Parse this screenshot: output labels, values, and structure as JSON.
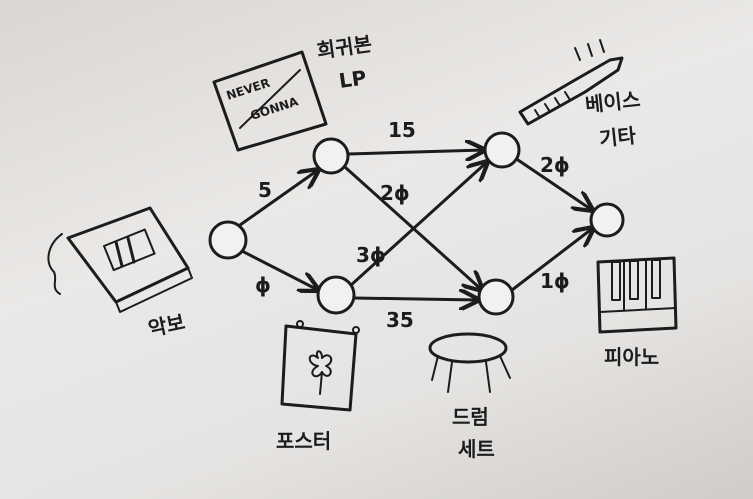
{
  "diagram": {
    "nodes": [
      "source",
      "a",
      "b",
      "c",
      "d",
      "sink"
    ],
    "edges": [
      {
        "from": "source",
        "to": "a",
        "weight": "5"
      },
      {
        "from": "source",
        "to": "b",
        "weight": "ϕ"
      },
      {
        "from": "a",
        "to": "c",
        "weight": "15"
      },
      {
        "from": "a",
        "to": "d",
        "weight": "2ϕ"
      },
      {
        "from": "b",
        "to": "c",
        "weight": "3ϕ"
      },
      {
        "from": "b",
        "to": "d",
        "weight": "35"
      },
      {
        "from": "c",
        "to": "sink",
        "weight": "2ϕ"
      },
      {
        "from": "d",
        "to": "sink",
        "weight": "1ϕ"
      }
    ]
  },
  "labels": {
    "lp_line1": "희귀본",
    "lp_line2": "LP",
    "lp_cover_text1": "NEVER",
    "lp_cover_text2": "GONNA",
    "bass_line1": "베이스",
    "bass_line2": "기타",
    "sheet_music": "악보",
    "poster": "포스터",
    "drum_line1": "드럼",
    "drum_line2": "세트",
    "piano": "피아노"
  }
}
